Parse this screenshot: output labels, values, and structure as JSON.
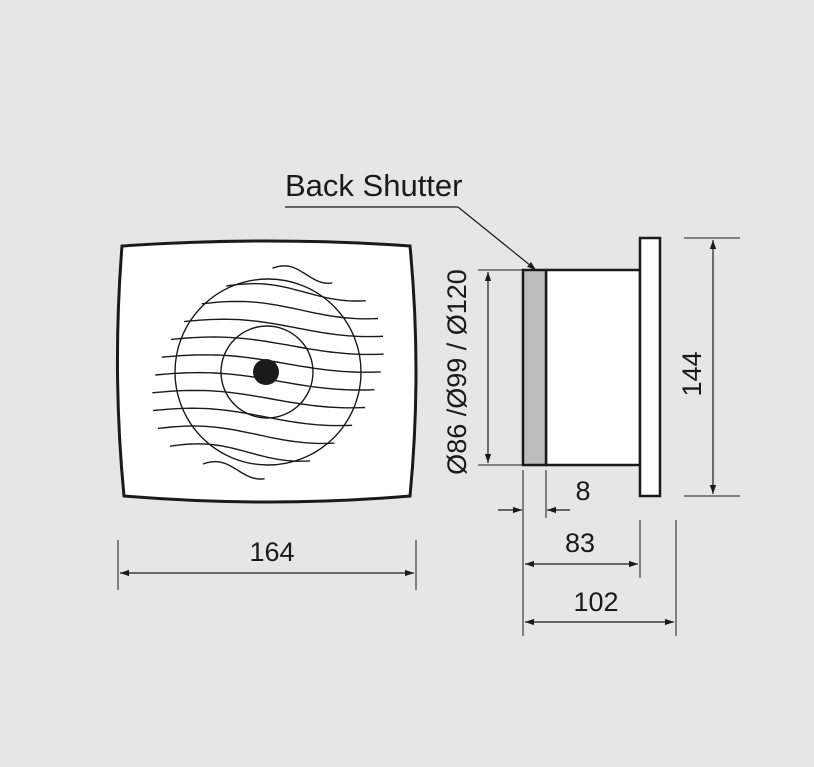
{
  "callout": {
    "label": "Back Shutter"
  },
  "dimensions": {
    "front_width": "164",
    "diameters": "Ø86 /Ø99 / Ø120",
    "height": "144",
    "shutter_depth": "8",
    "body_depth": "83",
    "total_depth": "102"
  },
  "colors": {
    "background": "#e6e6e6",
    "line": "#1a1a1a",
    "panel_fill": "#ffffff",
    "shutter_fill": "#bdbdbd"
  }
}
